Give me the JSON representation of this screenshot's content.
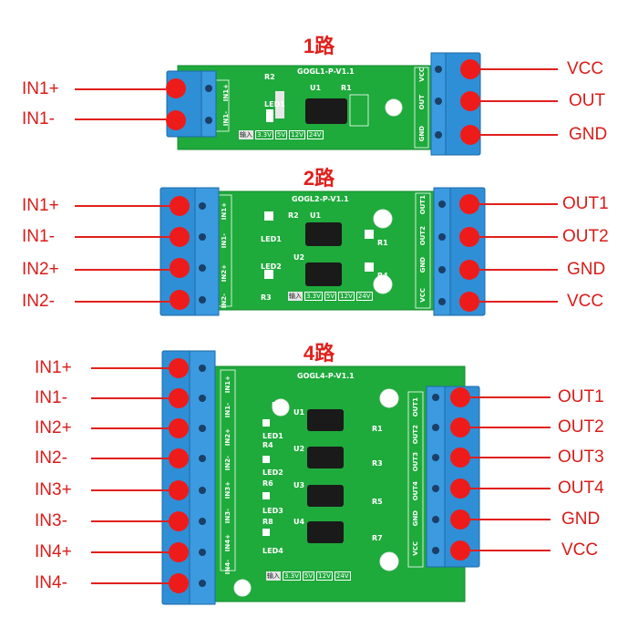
{
  "colors": {
    "accent": "#e0201c",
    "pcb": "#1faa3c",
    "terminal": "#2f8fd6"
  },
  "boards": [
    {
      "title": "1路",
      "silk_name": "GOGL1-P-V1.1",
      "left_labels": [
        "IN1+",
        "IN1-"
      ],
      "right_labels": [
        "VCC",
        "OUT",
        "GND"
      ],
      "right_silk": [
        "VCC",
        "OUT",
        "GND"
      ],
      "left_silk": [
        "IN1+",
        "IN1-"
      ],
      "voltages": [
        "输入",
        "3.3V",
        "5V",
        "12V",
        "24V"
      ],
      "parts": [
        "R2",
        "U1",
        "R1",
        "LED1"
      ]
    },
    {
      "title": "2路",
      "silk_name": "GOGL2-P-V1.1",
      "left_labels": [
        "IN1+",
        "IN1-",
        "IN2+",
        "IN2-"
      ],
      "right_labels": [
        "OUT1",
        "OUT2",
        "GND",
        "VCC"
      ],
      "right_silk": [
        "OUT1",
        "OUT2",
        "GND",
        "VCC"
      ],
      "left_silk": [
        "IN1+",
        "IN1-",
        "IN2+",
        "IN2-"
      ],
      "voltages": [
        "输入",
        "3.3V",
        "5V",
        "12V",
        "24V"
      ],
      "parts": [
        "R2",
        "U1",
        "LED1",
        "LED2",
        "U2",
        "R3",
        "R1",
        "R4"
      ]
    },
    {
      "title": "4路",
      "silk_name": "GOGL4-P-V1.1",
      "left_labels": [
        "IN1+",
        "IN1-",
        "IN2+",
        "IN2-",
        "IN3+",
        "IN3-",
        "IN4+",
        "IN4-"
      ],
      "right_labels": [
        "OUT1",
        "OUT2",
        "OUT3",
        "OUT4",
        "GND",
        "VCC"
      ],
      "right_silk": [
        "OUT1",
        "OUT2",
        "OUT3",
        "OUT4",
        "GND",
        "VCC"
      ],
      "left_silk": [
        "IN1+",
        "IN1-",
        "IN2+",
        "IN2-",
        "IN3+",
        "IN3-",
        "IN4+",
        "IN4-"
      ],
      "voltages": [
        "输入",
        "3.3V",
        "5V",
        "12V",
        "24V"
      ],
      "parts": [
        "R2",
        "LED1",
        "R4",
        "LED2",
        "R6",
        "LED3",
        "R8",
        "LED4",
        "U1",
        "U2",
        "U3",
        "U4",
        "R1",
        "R3",
        "R5",
        "R7"
      ]
    }
  ]
}
